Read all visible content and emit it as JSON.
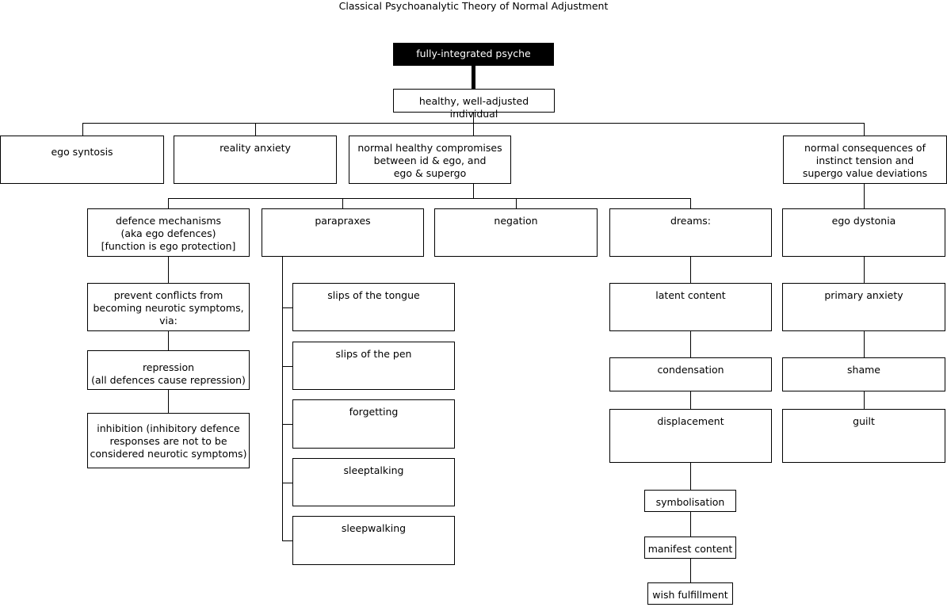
{
  "diagram": {
    "title": "Classical Psychoanalytic Theory of Normal Adjustment",
    "type": "hierarchical-flowchart",
    "background_color": "#ffffff",
    "line_color": "#000000",
    "root_fill": "#000000",
    "root_text_color": "#ffffff",
    "node_fill": "#ffffff",
    "node_text_color": "#000000"
  },
  "nodes": {
    "root": "fully-integrated psyche",
    "individual": "healthy, well-adjusted individual",
    "level1": [
      "ego syntosis",
      "reality anxiety",
      "normal healthy compromises\nbetween id & ego, and\nego & supergo",
      "normal consequences of\ninstinct tension and\nsupergo value deviations"
    ],
    "level2": [
      "defence mechanisms\n(aka ego defences)\n[function is ego protection]",
      "parapraxes",
      "negation",
      "dreams:",
      "ego dystonia"
    ],
    "defence_chain": [
      "prevent conflicts from\nbecoming neurotic symptoms,\nvia:",
      "repression\n(all defences cause repression)",
      "inhibition (inhibitory defence\nresponses are not to be\nconsidered neurotic symptoms)"
    ],
    "parapraxes_children": [
      "slips of the tongue",
      "slips of the pen",
      "forgetting",
      "sleeptalking",
      "sleepwalking"
    ],
    "dreams_chain": [
      "latent content",
      "condensation",
      "displacement",
      "symbolisation",
      "manifest content",
      "wish fulfillment"
    ],
    "ego_dystonia_chain": [
      "primary anxiety",
      "shame",
      "guilt"
    ]
  }
}
